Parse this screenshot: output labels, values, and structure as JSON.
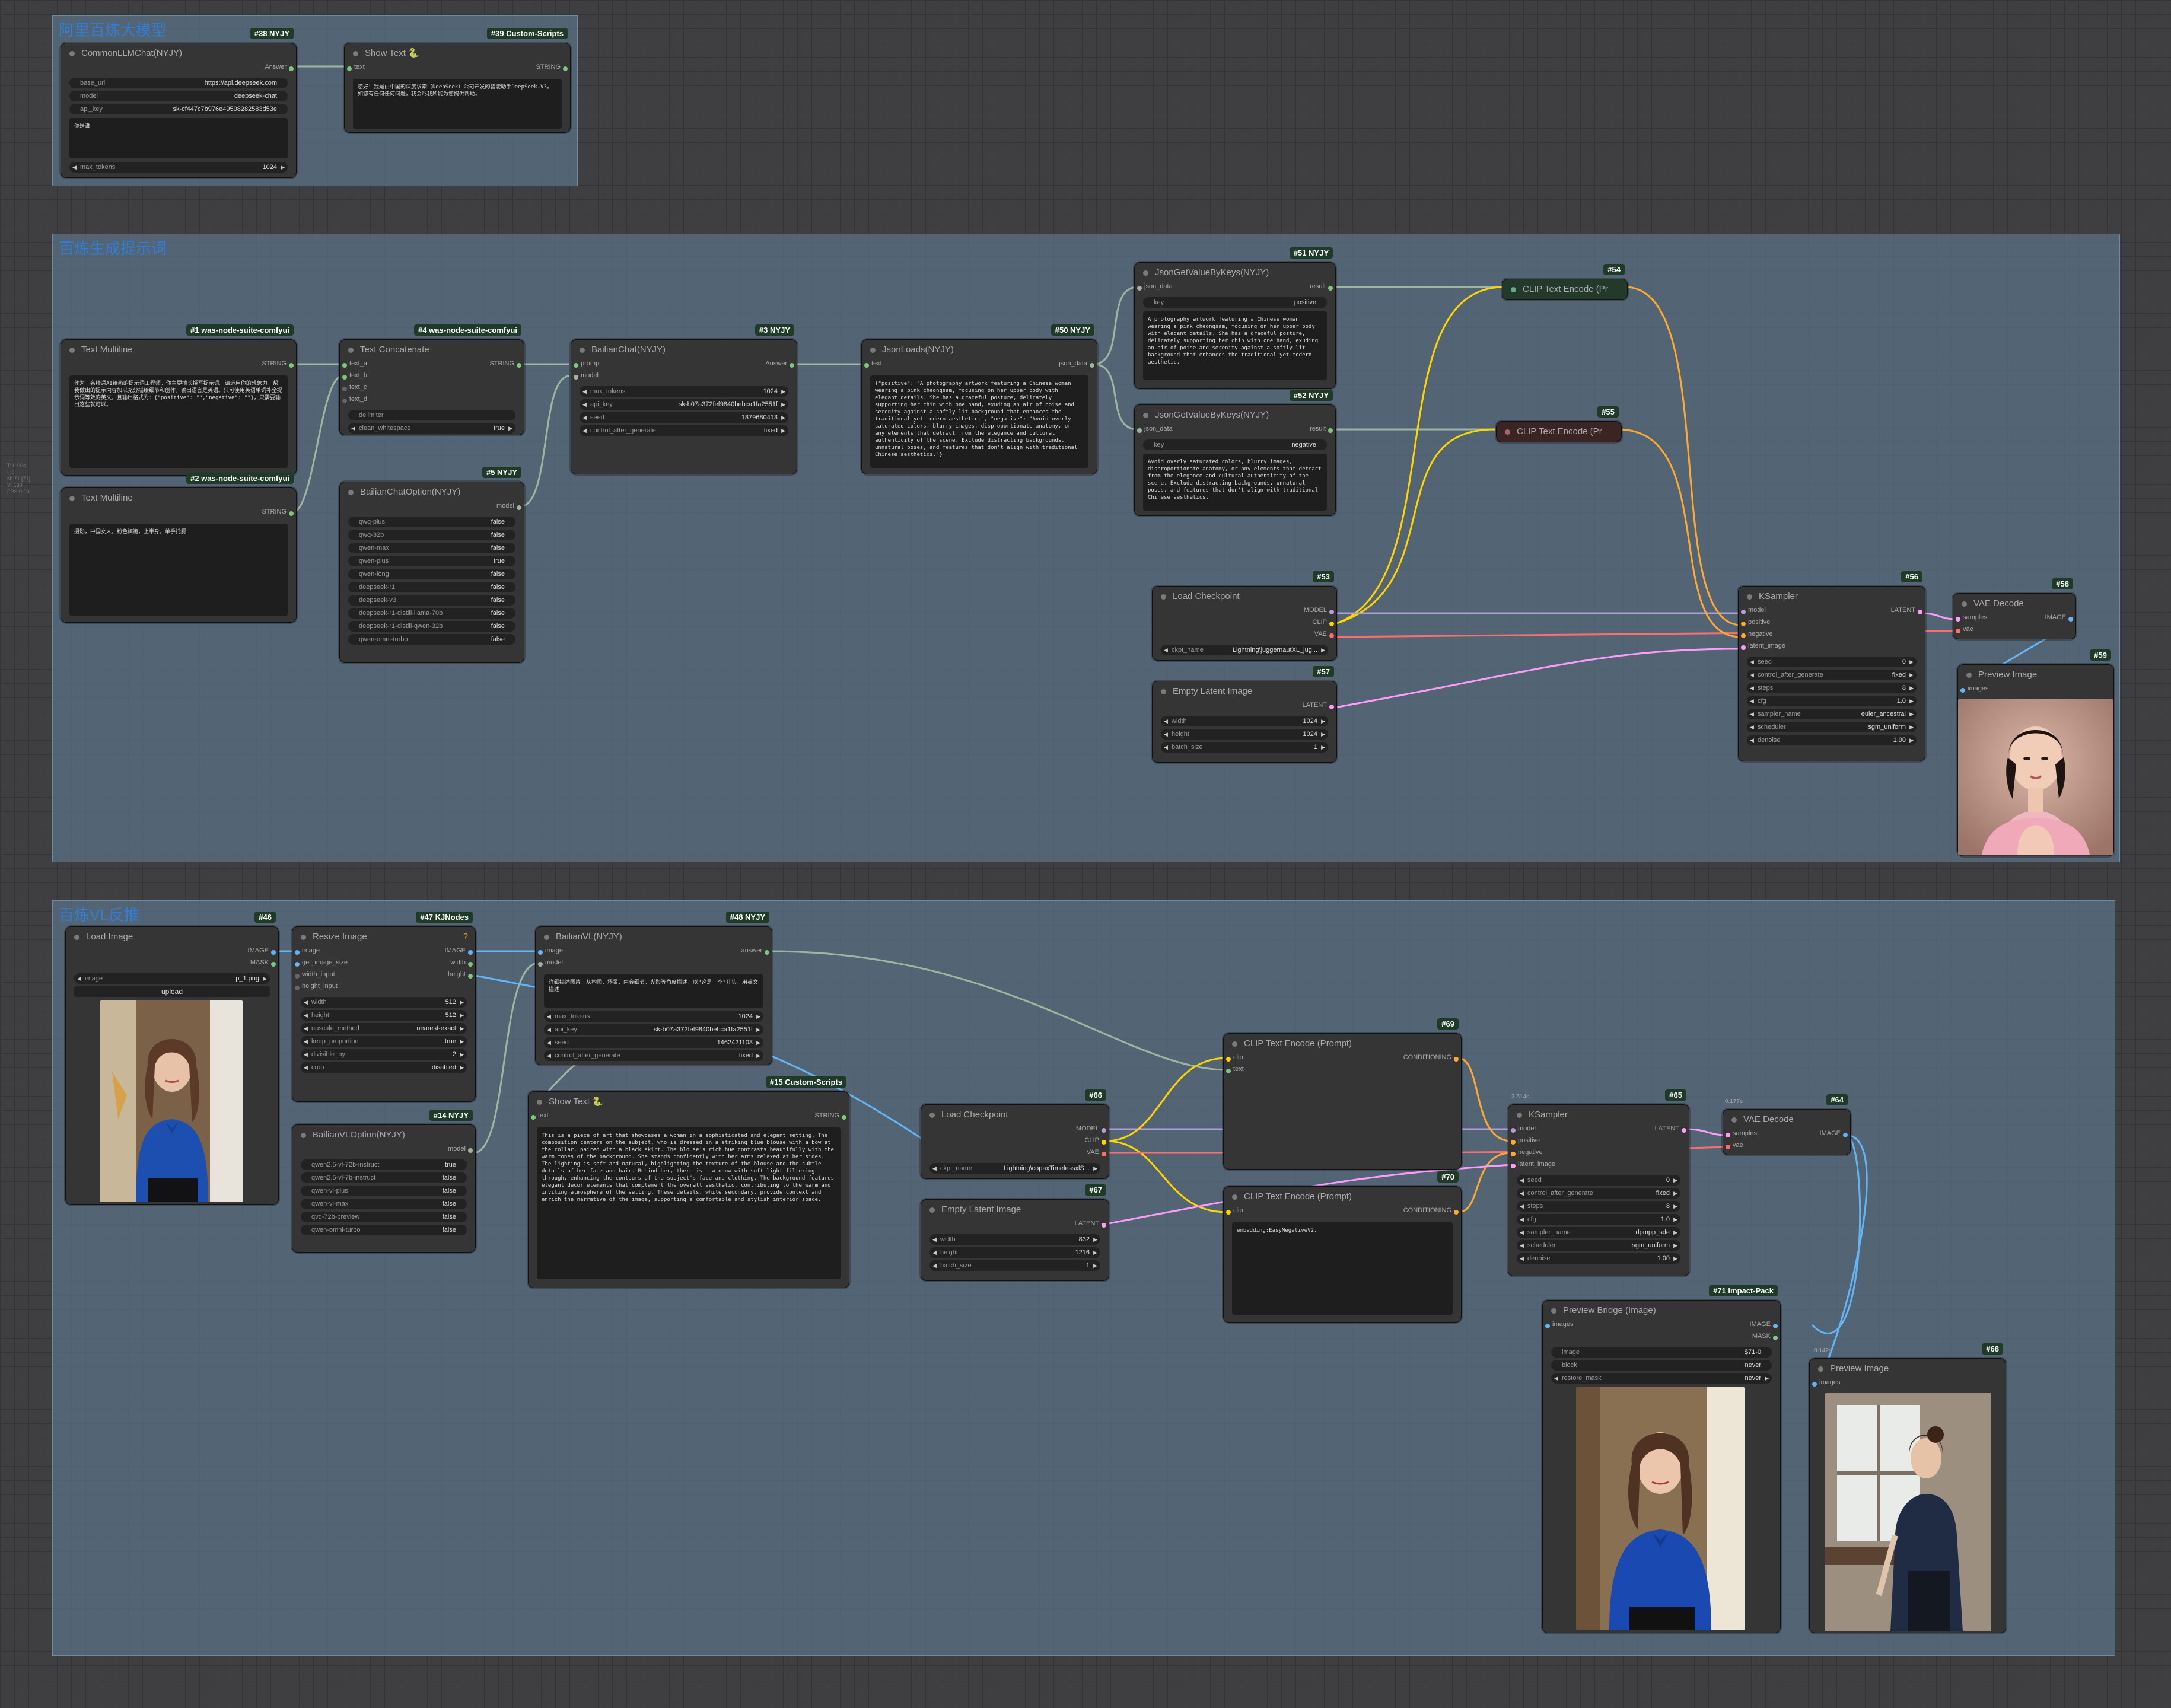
{
  "groups": [
    {
      "title": "阿里百炼大模型"
    },
    {
      "title": "百炼生成提示词"
    },
    {
      "title": "百炼VL反推"
    }
  ],
  "side_info": "T: 0.00s\nI: 0\nN: 71 [71]\nV: 139\nFPS:0.00",
  "exec_times": [
    "3.514s",
    "0.177s",
    "0.142s"
  ],
  "nodes": {
    "n38": {
      "title": "CommonLLMChat(NYJY)",
      "badge": "#38 NYJY",
      "out": "Answer",
      "widgets": [
        [
          "base_url",
          "https://api.deepseek.com"
        ],
        [
          "model",
          "deepseek-chat"
        ],
        [
          "api_key",
          "sk-cf447c7b976e49508282583d53e"
        ]
      ],
      "text": "你是谁",
      "max_tokens": [
        "max_tokens",
        "1024"
      ]
    },
    "n39": {
      "title": "Show Text 🐍",
      "badge": "#39 Custom-Scripts",
      "in": "text",
      "out": "STRING",
      "text": "您好！我是由中国的深度求索（DeepSeek）公司开发的智能助手DeepSeek-V3。如您有任何任何问题，我会尽我所能为您提供帮助。"
    },
    "n1": {
      "title": "Text Multiline",
      "badge": "#1 was-node-suite-comfyui",
      "out": "STRING",
      "text": "作为一名精通AI绘画的提示词工程师，你主要擅长撰写提示词。请运用你的想象力，帮我做出的提示内容加以充分描绘细节和创作。输出语言是英语。只可使用英语单词补全提示词等效的英文，且输出格式为：{\"positive\": \"\",\"negative\": \"\"}，只需要输出这些就可以。"
    },
    "n2": {
      "title": "Text Multiline",
      "badge": "#2 was-node-suite-comfyui",
      "out": "STRING",
      "text": "摄影，中国女人，粉色旗袍，上半身，单手托腮"
    },
    "n4": {
      "title": "Text Concatenate",
      "badge": "#4 was-node-suite-comfyui",
      "ins": [
        "text_a",
        "text_b",
        "text_c",
        "text_d"
      ],
      "out": "STRING",
      "widgets": [
        [
          "delimiter",
          ""
        ],
        [
          "clean_whitespace",
          "true"
        ]
      ]
    },
    "n5": {
      "title": "BailianChatOption(NYJY)",
      "badge": "#5 NYJY",
      "out": "model",
      "widgets": [
        [
          "qwq-plus",
          "false"
        ],
        [
          "qwq-32b",
          "false"
        ],
        [
          "qwen-max",
          "false"
        ],
        [
          "qwen-plus",
          "true"
        ],
        [
          "qwen-long",
          "false"
        ],
        [
          "deepseek-r1",
          "false"
        ],
        [
          "deepseek-v3",
          "false"
        ],
        [
          "deepseek-r1-distill-llama-70b",
          "false"
        ],
        [
          "deepseek-r1-distill-qwen-32b",
          "false"
        ],
        [
          "qwen-omni-turbo",
          "false"
        ]
      ]
    },
    "n3": {
      "title": "BailianChat(NYJY)",
      "badge": "#3 NYJY",
      "ins": [
        "prompt",
        "model"
      ],
      "out": "Answer",
      "widgets": [
        [
          "max_tokens",
          "1024"
        ],
        [
          "api_key",
          "sk-b07a372fef9840bebca1fa2551f"
        ],
        [
          "seed",
          "1879680413"
        ],
        [
          "control_after_generate",
          "fixed"
        ]
      ]
    },
    "n50": {
      "title": "JsonLoads(NYJY)",
      "badge": "#50 NYJY",
      "in": "text",
      "out": "json_data",
      "text": "{\"positive\": \"A photography artwork featuring a Chinese woman wearing a pink cheongsam, focusing on her upper body with elegant details. She has a graceful posture, delicately supporting her chin with one hand, exuding an air of poise and serenity against a softly lit background that enhances the traditional yet modern aesthetic.\", \"negative\": \"Avoid overly saturated colors, blurry images, disproportionate anatomy, or any elements that detract from the elegance and cultural authenticity of the scene. Exclude distracting backgrounds, unnatural poses, and features that don't align with traditional Chinese aesthetics.\"}"
    },
    "n51": {
      "title": "JsonGetValueByKeys(NYJY)",
      "badge": "#51 NYJY",
      "in": "json_data",
      "out": "result",
      "widgets": [
        [
          "key",
          "positive"
        ]
      ],
      "text": "A photography artwork featuring a Chinese woman wearing a pink cheongsam, focusing on her upper body with elegant details. She has a graceful posture, delicately supporting her chin with one hand, exuding an air of poise and serenity against a softly lit background that enhances the traditional yet modern aesthetic."
    },
    "n52": {
      "title": "JsonGetValueByKeys(NYJY)",
      "badge": "#52 NYJY",
      "in": "json_data",
      "out": "result",
      "widgets": [
        [
          "key",
          "negative"
        ]
      ],
      "text": "Avoid overly saturated colors, blurry images, disproportionate anatomy, or any elements that detract from the elegance and cultural authenticity of the scene. Exclude distracting backgrounds, unnatural poses, and features that don't align with traditional Chinese aesthetics."
    },
    "n54": {
      "title": "CLIP Text Encode (Pr",
      "badge": "#54"
    },
    "n55": {
      "title": "CLIP Text Encode (Pr",
      "badge": "#55"
    },
    "n53": {
      "title": "Load Checkpoint",
      "badge": "#53",
      "outs": [
        "MODEL",
        "CLIP",
        "VAE"
      ],
      "widgets": [
        [
          "ckpt_name",
          "Lightning\\juggernautXL_jug..."
        ]
      ]
    },
    "n57": {
      "title": "Empty Latent Image",
      "badge": "#57",
      "out": "LATENT",
      "widgets": [
        [
          "width",
          "1024"
        ],
        [
          "height",
          "1024"
        ],
        [
          "batch_size",
          "1"
        ]
      ]
    },
    "n56": {
      "title": "KSampler",
      "badge": "#56",
      "ins": [
        "model",
        "positive",
        "negative",
        "latent_image"
      ],
      "out": "LATENT",
      "widgets": [
        [
          "seed",
          "0"
        ],
        [
          "control_after_generate",
          "fixed"
        ],
        [
          "steps",
          "8"
        ],
        [
          "cfg",
          "1.0"
        ],
        [
          "sampler_name",
          "euler_ancestral"
        ],
        [
          "scheduler",
          "sgm_uniform"
        ],
        [
          "denoise",
          "1.00"
        ]
      ]
    },
    "n58": {
      "title": "VAE Decode",
      "badge": "#58",
      "ins": [
        "samples",
        "vae"
      ],
      "out": "IMAGE"
    },
    "n59": {
      "title": "Preview Image",
      "badge": "#59",
      "in": "images"
    },
    "n46": {
      "title": "Load Image",
      "badge": "#46",
      "outs": [
        "IMAGE",
        "MASK"
      ],
      "widgets": [
        [
          "image",
          "p_1.png"
        ]
      ],
      "upload": "upload"
    },
    "n47": {
      "title": "Resize Image",
      "badge": "#47 KJNodes",
      "ins": [
        "image",
        "get_image_size",
        "width_input",
        "height_input"
      ],
      "outs": [
        "IMAGE",
        "width",
        "height"
      ],
      "widgets": [
        [
          "width",
          "512"
        ],
        [
          "height",
          "512"
        ],
        [
          "upscale_method",
          "nearest-exact"
        ],
        [
          "keep_proportion",
          "true"
        ],
        [
          "divisible_by",
          "2"
        ],
        [
          "crop",
          "disabled"
        ]
      ]
    },
    "n14": {
      "title": "BailianVLOption(NYJY)",
      "badge": "#14 NYJY",
      "out": "model",
      "widgets": [
        [
          "qwen2.5-vl-72b-instruct",
          "true"
        ],
        [
          "qwen2.5-vl-7b-instruct",
          "false"
        ],
        [
          "qwen-vl-plus",
          "false"
        ],
        [
          "qwen-vl-max",
          "false"
        ],
        [
          "qvq-72b-preview",
          "false"
        ],
        [
          "qwen-omni-turbo",
          "false"
        ]
      ]
    },
    "n48": {
      "title": "BailianVL(NYJY)",
      "badge": "#48 NYJY",
      "ins": [
        "image",
        "model"
      ],
      "out": "answer",
      "text": "详细描述图片，从构图，场景，内容细节，光影等角度描述，以\"这是一个\"开头，用英文描述",
      "widgets": [
        [
          "max_tokens",
          "1024"
        ],
        [
          "api_key",
          "sk-b07a372fef9840bebca1fa2551f"
        ],
        [
          "seed",
          "1462421103"
        ],
        [
          "control_after_generate",
          "fixed"
        ]
      ]
    },
    "n15": {
      "title": "Show Text 🐍",
      "badge": "#15 Custom-Scripts",
      "in": "text",
      "out": "STRING",
      "text": "This is a piece of art that showcases a woman in a sophisticated and elegant setting. The composition centers on the subject, who is dressed in a striking blue blouse with a bow at the collar, paired with a black skirt. The blouse's rich hue contrasts beautifully with the warm tones of the background. She stands confidently with her arms relaxed at her sides. The lighting is soft and natural, highlighting the texture of the blouse and the subtle details of her face and hair. Behind her, there is a window with soft light filtering through, enhancing the contours of the subject's face and clothing. The background features elegant decor elements that complement the overall aesthetic, contributing to the warm and inviting atmosphere of the setting. These details, while secondary, provide context and enrich the narrative of the image, supporting a comfortable and stylish interior space."
    },
    "n66": {
      "title": "Load Checkpoint",
      "badge": "#66",
      "outs": [
        "MODEL",
        "CLIP",
        "VAE"
      ],
      "widgets": [
        [
          "ckpt_name",
          "Lightning\\copaxTimelessxlS..."
        ]
      ]
    },
    "n67": {
      "title": "Empty Latent Image",
      "badge": "#67",
      "out": "LATENT",
      "widgets": [
        [
          "width",
          "832"
        ],
        [
          "height",
          "1216"
        ],
        [
          "batch_size",
          "1"
        ]
      ]
    },
    "n69": {
      "title": "CLIP Text Encode (Prompt)",
      "badge": "#69",
      "ins": [
        "clip",
        "text"
      ],
      "out": "CONDITIONING"
    },
    "n70": {
      "title": "CLIP Text Encode (Prompt)",
      "badge": "#70",
      "in": "clip",
      "out": "CONDITIONING",
      "text": "embedding:EasyNegativeV2,"
    },
    "n65": {
      "title": "KSampler",
      "badge": "#65",
      "ins": [
        "model",
        "positive",
        "negative",
        "latent_image"
      ],
      "out": "LATENT",
      "widgets": [
        [
          "seed",
          "0"
        ],
        [
          "control_after_generate",
          "fixed"
        ],
        [
          "steps",
          "8"
        ],
        [
          "cfg",
          "1.0"
        ],
        [
          "sampler_name",
          "dpmpp_sde"
        ],
        [
          "scheduler",
          "sgm_uniform"
        ],
        [
          "denoise",
          "1.00"
        ]
      ]
    },
    "n64": {
      "title": "VAE Decode",
      "badge": "#64",
      "ins": [
        "samples",
        "vae"
      ],
      "out": "IMAGE"
    },
    "n71": {
      "title": "Preview Bridge (Image)",
      "badge": "#71 Impact-Pack",
      "in": "images",
      "outs": [
        "IMAGE",
        "MASK"
      ],
      "widgets": [
        [
          "image",
          "$71-0"
        ],
        [
          "block",
          "never"
        ],
        [
          "restore_mask",
          "never"
        ]
      ]
    },
    "n68": {
      "title": "Preview Image",
      "badge": "#68",
      "in": "images"
    }
  },
  "colors": {
    "image": "#64b5f6",
    "model": "#b39ddb",
    "clip": "#ffd500",
    "vae": "#ff6e6e",
    "latent": "#ff9cf9",
    "conditioning": "#ffa931",
    "string": "#7fc77f",
    "generic": "#9fb5a0"
  }
}
